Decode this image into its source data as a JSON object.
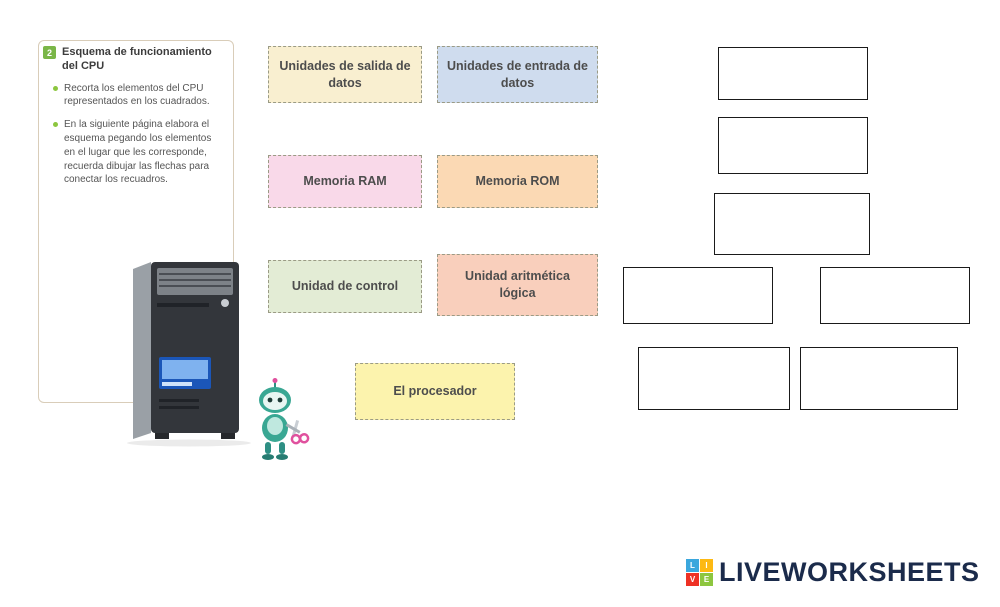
{
  "instructions": {
    "step_number": "2",
    "title": "Esquema de funcionamiento del CPU",
    "badge_color": "#7ab648",
    "bullets": [
      "Recorta los elementos del CPU representados en los cuadrados.",
      "En la siguiente página elabora el esquema pegando los elementos en el lugar que les corresponde, recuerda dibujar las flechas para conectar los recuadros."
    ]
  },
  "cards": [
    {
      "label": "Unidades de salida de datos",
      "bg": "#f9efd0"
    },
    {
      "label": "Unidades de entrada de datos",
      "bg": "#cfdcee"
    },
    {
      "label": "Memoria RAM",
      "bg": "#f9d9e9"
    },
    {
      "label": "Memoria ROM",
      "bg": "#fbd9b4"
    },
    {
      "label": "Unidad de control",
      "bg": "#e3ecd5"
    },
    {
      "label": "Unidad aritmética lógica",
      "bg": "#f9cfbc"
    },
    {
      "label": "El procesador",
      "bg": "#fcf3ad"
    }
  ],
  "answer_boxes": {
    "count": 7
  },
  "branding": {
    "logo_text": "LIVEWORKSHEETS",
    "text_color": "#1b2b4b",
    "tiles": [
      {
        "letter": "L",
        "color": "#3aa7dd"
      },
      {
        "letter": "I",
        "color": "#fdb913"
      },
      {
        "letter": "V",
        "color": "#ee3124"
      },
      {
        "letter": "E",
        "color": "#8dc63f"
      }
    ]
  }
}
